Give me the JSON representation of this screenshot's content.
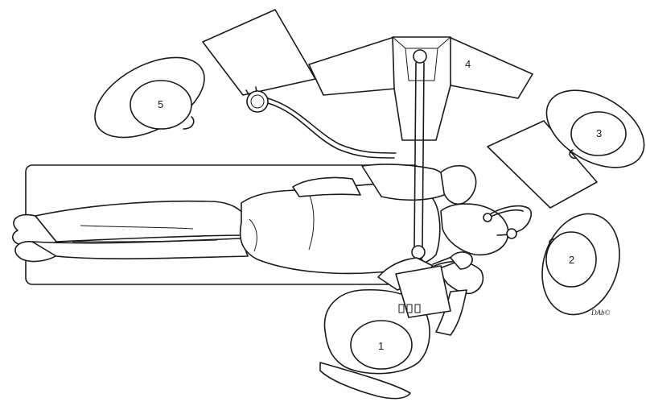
{
  "labels": {
    "p1": "1",
    "p2": "2",
    "p3": "3",
    "p4": "4",
    "p5": "5"
  },
  "signature": "DAb©",
  "colors": {
    "line": "#1a1a1a",
    "background": "#ffffff"
  }
}
